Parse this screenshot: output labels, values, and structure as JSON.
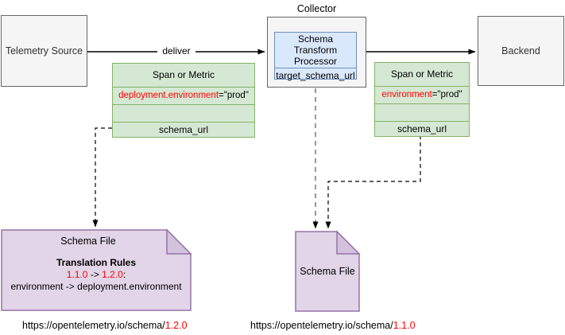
{
  "colors": {
    "green_fill": "#d5e8d4",
    "green_border": "#82b366",
    "blue_fill": "#dae8fc",
    "blue_border": "#6c8ebf",
    "purple_fill": "#e1d5e7",
    "purple_fold_fill": "#d3c2dc",
    "purple_border": "#9673a6",
    "gray_fill": "#f5f5f5",
    "gray_border": "#666666",
    "red_text": "#ff0000",
    "gray_connector": "#999999"
  },
  "nodes": {
    "telemetry_source": "Telemetry Source",
    "collector_label": "Collector",
    "processor": {
      "title": "Schema Transform Processor",
      "field": "target_schema_url"
    },
    "backend": "Backend",
    "deliver": "deliver"
  },
  "span_left": {
    "header": "Span or Metric",
    "attr_key": "deployment.environment",
    "attr_value": "=\"prod\"",
    "field": "schema_url"
  },
  "span_right": {
    "header": "Span or Metric",
    "attr_key": "environment",
    "attr_value": "=\"prod\"",
    "field": "schema_url"
  },
  "schema_file_left": {
    "title": "Schema File",
    "rules_title": "Translation Rules",
    "version_from": "1.1.0",
    "arrow": " -> ",
    "version_to": "1.2.0",
    "colon": ":",
    "rule": "environment -> deployment.environment"
  },
  "schema_file_center": {
    "title": "Schema File"
  },
  "urls": {
    "left_base": "https://opentelemetry.io/schema/",
    "left_version": "1.2.0",
    "right_base": "https://opentelemetry.io/schema/",
    "right_version": "1.1.0"
  }
}
